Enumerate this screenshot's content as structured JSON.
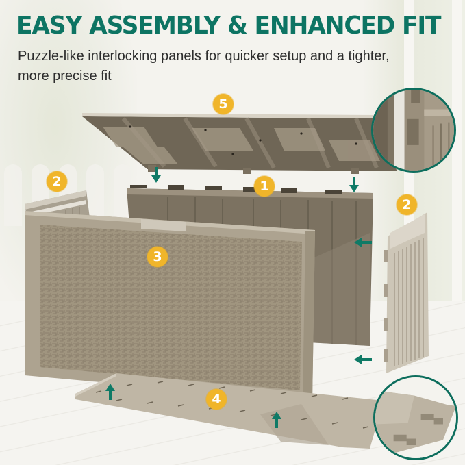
{
  "header": {
    "title": "EASY ASSEMBLY & ENHANCED FIT",
    "subtitle": "Puzzle-like interlocking panels for quicker setup and a tighter, more precise fit"
  },
  "colors": {
    "title_green": "#0d7463",
    "badge_yellow": "#f0b52a",
    "arrow_teal": "#0f7a66",
    "circle_border": "#0d6e5d",
    "panel_tan": "#a69b8b",
    "panel_dark": "#7d7262",
    "background": "#f4f3ee"
  },
  "parts": [
    {
      "number": "1",
      "name": "back panel"
    },
    {
      "number": "2",
      "name": "left side panel"
    },
    {
      "number": "2",
      "name": "right side panel"
    },
    {
      "number": "3",
      "name": "front panel"
    },
    {
      "number": "4",
      "name": "floor panel"
    },
    {
      "number": "5",
      "name": "lid"
    }
  ],
  "arrows": [
    {
      "id": "lid-left-down",
      "direction": "down"
    },
    {
      "id": "lid-right-down",
      "direction": "down"
    },
    {
      "id": "side-right-upper",
      "direction": "left"
    },
    {
      "id": "side-right-lower",
      "direction": "left"
    },
    {
      "id": "floor-left-up",
      "direction": "up"
    },
    {
      "id": "floor-right-up",
      "direction": "up"
    }
  ],
  "detail_views": [
    {
      "id": "side-joint-closeup",
      "subject": "side panel interlocking tab"
    },
    {
      "id": "floor-joint-closeup",
      "subject": "floor panel puzzle connector"
    }
  ]
}
